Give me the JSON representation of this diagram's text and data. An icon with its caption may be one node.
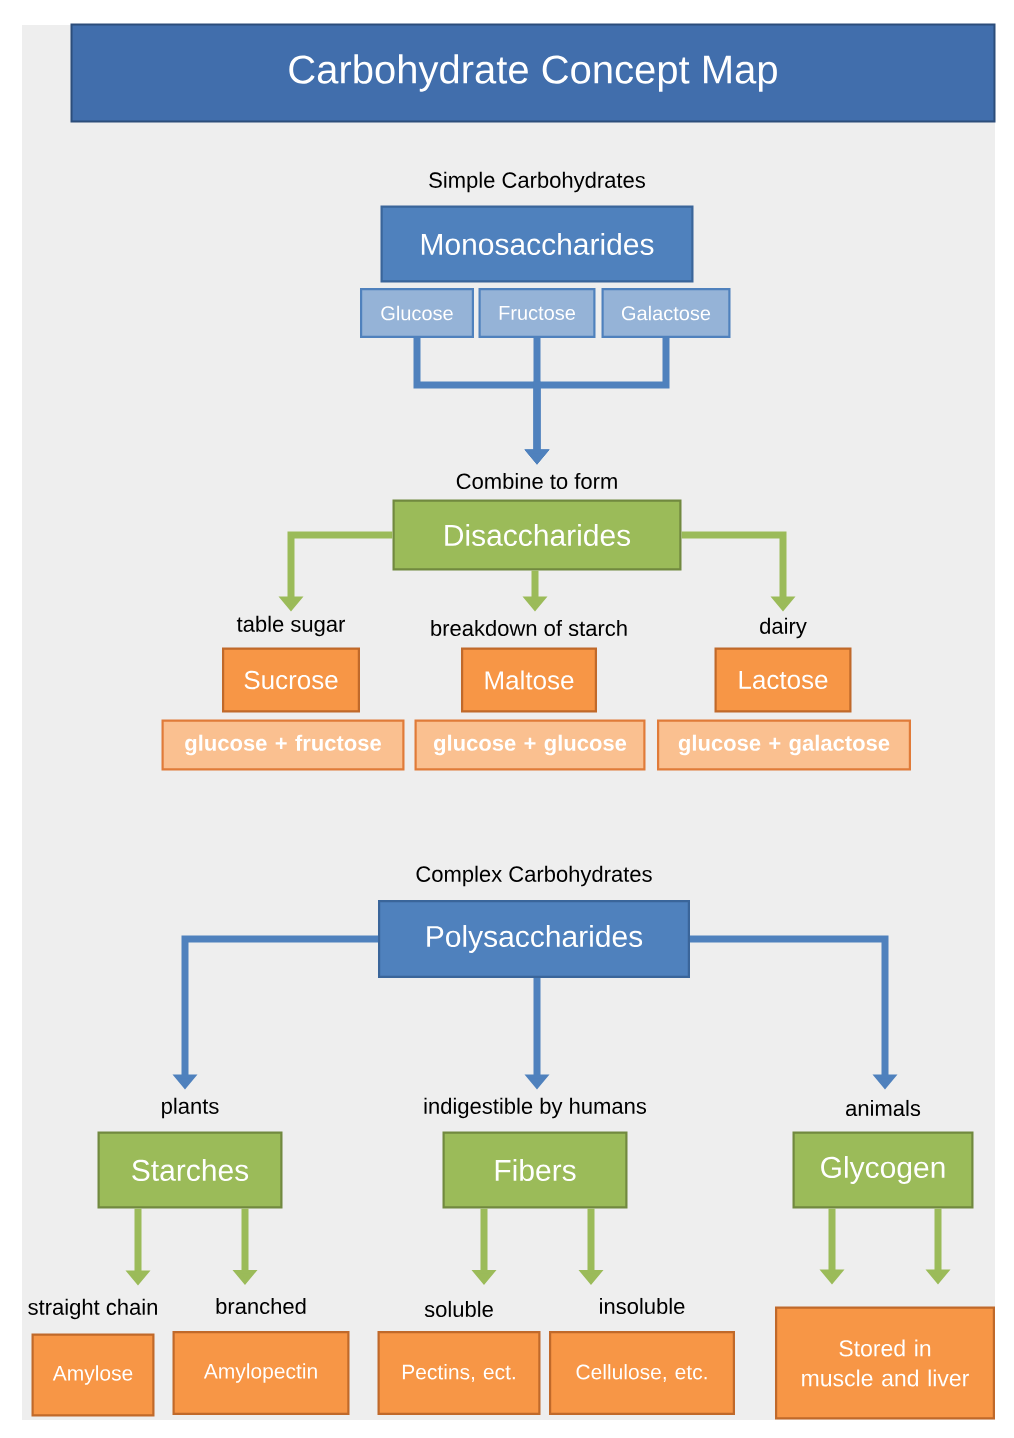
{
  "diagram": {
    "title": "Carbohydrate Concept Map",
    "nodes": [
      {
        "text": [
          "Simple Carbohydrates",
          "Monosaccharides"
        ]
      },
      {
        "text": [
          "Glucose"
        ]
      },
      {
        "text": [
          "Fructose"
        ]
      },
      {
        "text": [
          "Galactose"
        ]
      },
      {
        "text": [
          "Combine to form",
          "Disaccharides"
        ]
      },
      {
        "text": [
          "table sugar",
          "Sucrose"
        ]
      },
      {
        "text": [
          "glucose + fructose"
        ]
      },
      {
        "text": [
          "breakdown of starch",
          "Maltose"
        ]
      },
      {
        "text": [
          "glucose + glucose"
        ]
      },
      {
        "text": [
          "dairy",
          "Lactose"
        ]
      },
      {
        "text": [
          "glucose + galactose"
        ]
      },
      {
        "text": [
          "Complex Carbohydrates",
          "Polysaccharides"
        ]
      },
      {
        "text": [
          "plants",
          "Starches"
        ]
      },
      {
        "text": [
          "indigestible by humans",
          "Fibers"
        ]
      },
      {
        "text": [
          "animals",
          "Glycogen"
        ]
      },
      {
        "text": [
          "straight chain",
          "Amylose"
        ]
      },
      {
        "text": [
          "branched",
          "Amylopectin"
        ]
      },
      {
        "text": [
          "soluble",
          "Pectins, ect."
        ]
      },
      {
        "text": [
          "insoluble",
          "Cellulose, etc."
        ]
      },
      {
        "text": [
          "Stored in muscle and liver"
        ]
      }
    ],
    "edges": [
      {
        "from": 1,
        "to": 4,
        "arrow": "to",
        "color": "#4f81bd"
      },
      {
        "from": 2,
        "to": 4,
        "arrow": "to",
        "color": "#4f81bd"
      },
      {
        "from": 3,
        "to": 4,
        "arrow": "to",
        "color": "#4f81bd"
      },
      {
        "from": 4,
        "to": 5,
        "arrow": "to"
      },
      {
        "from": 4,
        "to": 7,
        "arrow": "to"
      },
      {
        "from": 4,
        "to": 9,
        "arrow": "to"
      },
      {
        "from": 11,
        "to": 12,
        "arrow": "to",
        "color": "#4f81bd"
      },
      {
        "from": 11,
        "to": 13,
        "arrow": "to",
        "color": "#4f81bd"
      },
      {
        "from": 11,
        "to": 14,
        "arrow": "to",
        "color": "#4f81bd"
      },
      {
        "from": 12,
        "to": 15,
        "arrow": "to"
      },
      {
        "from": 12,
        "to": 16,
        "arrow": "to"
      },
      {
        "from": 13,
        "to": 17,
        "arrow": "to"
      },
      {
        "from": 13,
        "to": 18,
        "arrow": "to"
      },
      {
        "from": 14,
        "to": 19,
        "arrow": "to"
      },
      {
        "from": 14,
        "to": 19,
        "arrow": "to"
      }
    ]
  }
}
